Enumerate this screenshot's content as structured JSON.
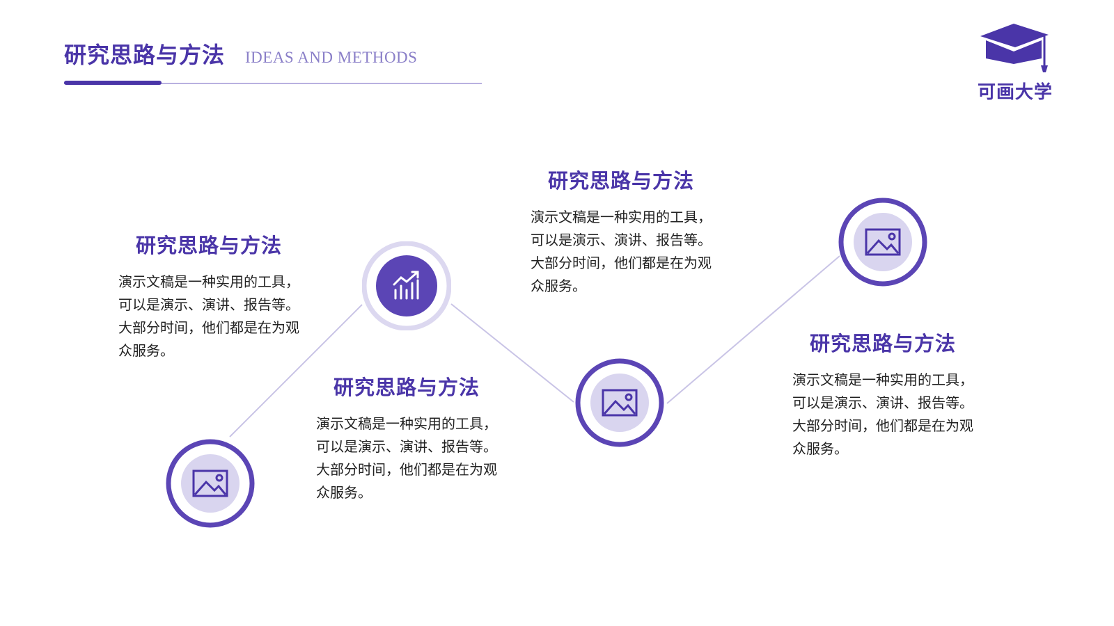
{
  "header": {
    "title": "研究思路与方法",
    "subtitle": "IDEAS AND METHODS"
  },
  "logo": {
    "icon": "graduation-cap-icon",
    "name": "可画大学"
  },
  "colors": {
    "primary": "#4a35a8",
    "ring": "#5b45b5",
    "light_ring": "#dcd8f0",
    "fill_light": "#d9d5ef",
    "line": "#c9c4e6"
  },
  "blocks": [
    {
      "title": "研究思路与方法",
      "paragraph1": "演示文稿是一种实用的工具，可以是演示、演讲、报告等。",
      "paragraph2": "大部分时间，他们都是在为观众服务。",
      "icon": "image-icon"
    },
    {
      "title": "研究思路与方法",
      "paragraph1": "演示文稿是一种实用的工具，可以是演示、演讲、报告等。",
      "paragraph2": "大部分时间，他们都是在为观众服务。",
      "icon": "chart-growth-icon"
    },
    {
      "title": "研究思路与方法",
      "paragraph1": "演示文稿是一种实用的工具，可以是演示、演讲、报告等。",
      "paragraph2": "大部分时间，他们都是在为观众服务。",
      "icon": "image-icon"
    },
    {
      "title": "研究思路与方法",
      "paragraph1": "演示文稿是一种实用的工具，可以是演示、演讲、报告等。",
      "paragraph2": "大部分时间，他们都是在为观众服务。",
      "icon": "image-icon"
    }
  ]
}
